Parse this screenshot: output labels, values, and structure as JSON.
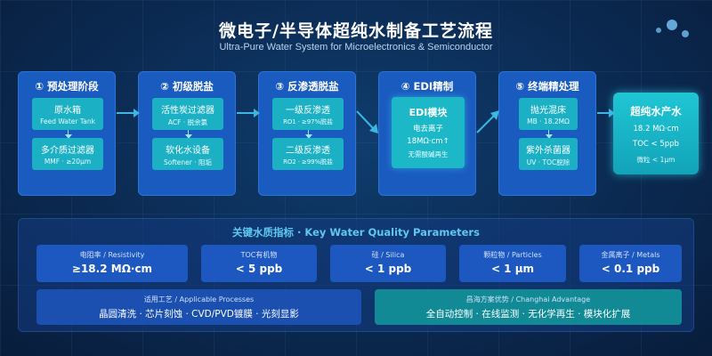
{
  "header": {
    "title": "微电子/半导体超纯水制备工艺流程",
    "subtitle": "Ultra-Pure Water System for Microelectronics & Semiconductor"
  },
  "stages": [
    {
      "title": "① 预处理阶段",
      "boxes": [
        {
          "main": "原水箱",
          "sub": "Feed Water Tank"
        },
        {
          "main": "多介质过滤器",
          "sub": "MMF · ≥20μm"
        }
      ]
    },
    {
      "title": "② 初级脱盐",
      "boxes": [
        {
          "main": "活性炭过滤器",
          "sub": "ACF · 脱余氯"
        },
        {
          "main": "软化水设备",
          "sub": "Softener · 阻垢"
        }
      ]
    },
    {
      "title": "③ 反渗透脱盐",
      "boxes": [
        {
          "main": "一级反渗透",
          "sub": "RO1 · ≥97%脱盐"
        },
        {
          "main": "二级反渗透",
          "sub": "RO2 · ≥99%脱盐"
        }
      ]
    },
    {
      "title": "④ EDI精制",
      "edi": {
        "main": "EDI模块",
        "line1": "电去离子",
        "line2": "18MΩ·cm↑",
        "line3": "无需酸碱再生"
      }
    },
    {
      "title": "⑤ 终端精处理",
      "boxes": [
        {
          "main": "抛光混床",
          "sub": "MB · 18.2MΩ"
        },
        {
          "main": "紫外杀菌器",
          "sub": "UV · TOC脱除"
        }
      ]
    }
  ],
  "product": {
    "main": "超纯水产水",
    "line1": "18.2 MΩ·cm",
    "line2": "TOC < 5ppb",
    "line3": "微粒 < 1μm"
  },
  "params": {
    "title": "关键水质指标 · Key Water Quality Parameters",
    "metrics": [
      {
        "label": "电阻率 / Resistivity",
        "value": "≥18.2 MΩ·cm"
      },
      {
        "label": "TOC有机物",
        "value": "< 5 ppb"
      },
      {
        "label": "硅 / Silica",
        "value": "< 1 ppb"
      },
      {
        "label": "颗粒物 / Particles",
        "value": "< 1 μm"
      },
      {
        "label": "金属离子 / Metals",
        "value": "< 0.1 ppb"
      }
    ],
    "process": {
      "label": "适用工艺 / Applicable Processes",
      "value": "晶圆清洗 · 芯片刻蚀 · CVD/PVD镀膜 · 光刻显影"
    },
    "advantage": {
      "label": "昌海方案优势 / Changhai Advantage",
      "value": "全自动控制 · 在线监测 · 无化学再生 · 模块化扩展"
    }
  },
  "colors": {
    "background": "#0b2a52",
    "stage": "#1a5bbf",
    "box": "#1cb0c4",
    "arrow": "#3ab8e3",
    "params_title": "#5fc8f0",
    "advantage": "#118a96"
  }
}
